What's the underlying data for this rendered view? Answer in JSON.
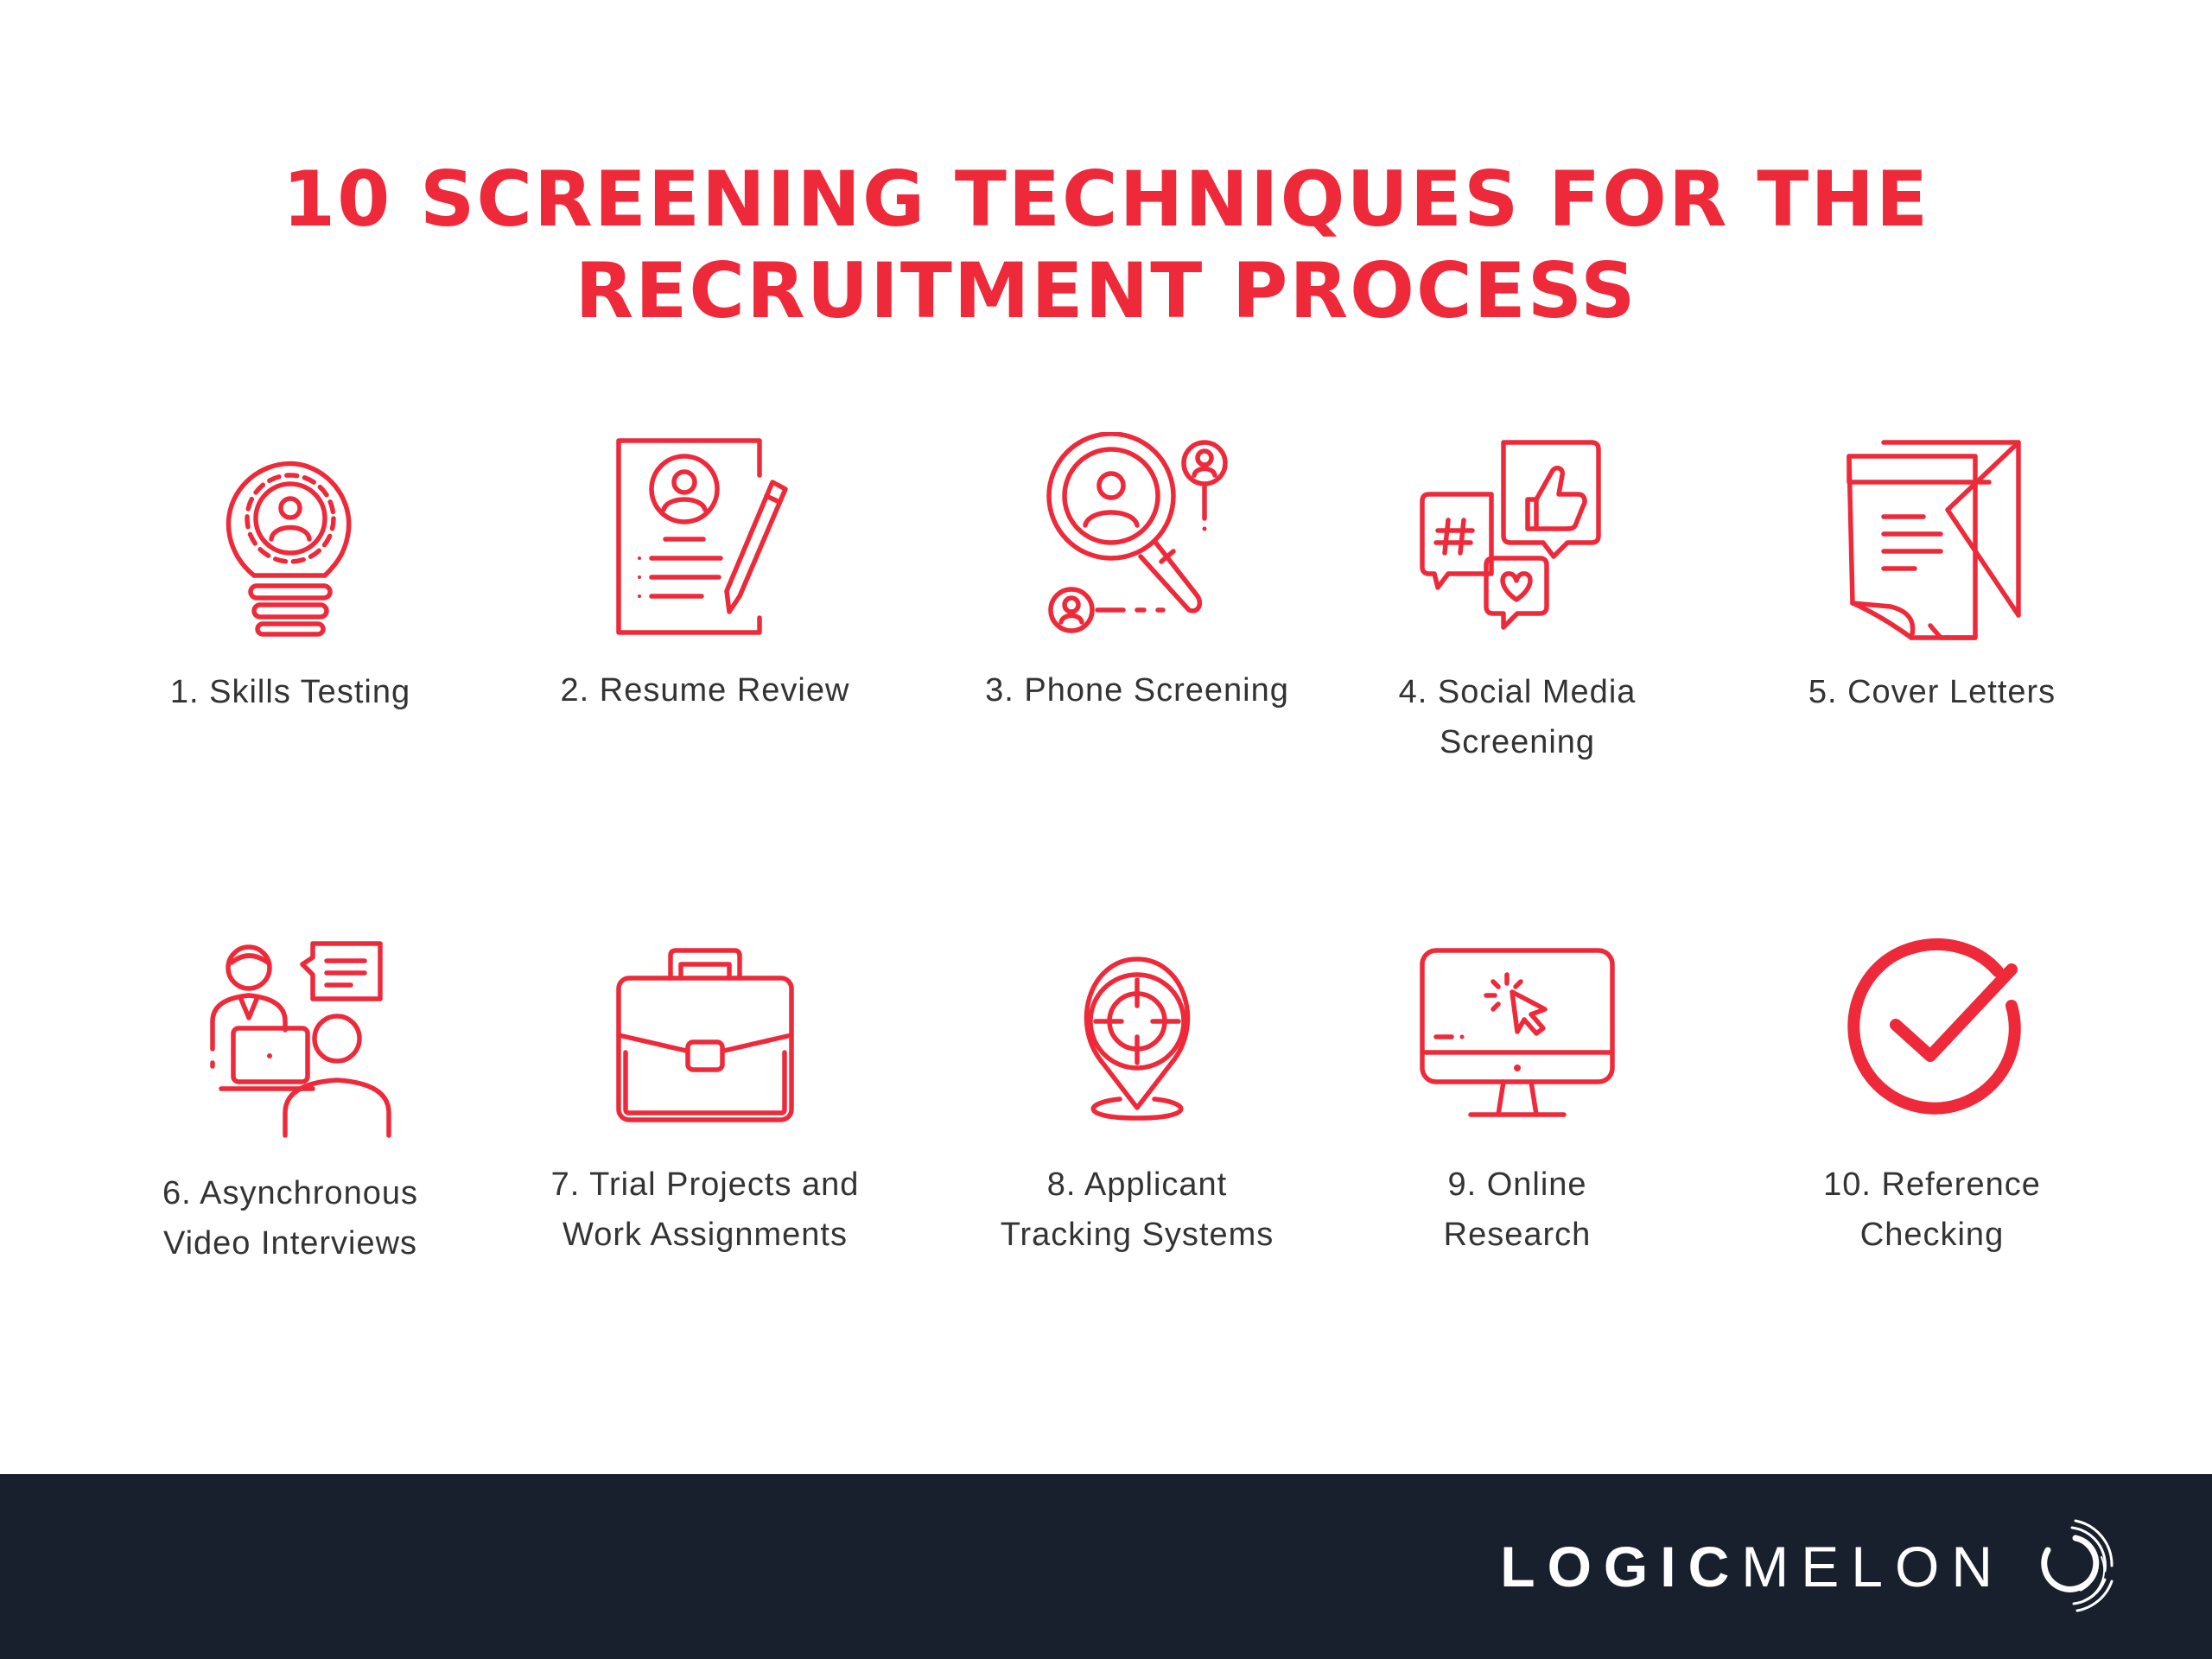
{
  "title": {
    "line1": "10 SCREENING TECHNIQUES FOR THE",
    "line2": "RECRUITMENT PROCESS"
  },
  "items": [
    {
      "label": "1. Skills Testing",
      "icon": "lightbulb-gear-icon"
    },
    {
      "label": "2. Resume Review",
      "icon": "resume-pencil-icon"
    },
    {
      "label": "3. Phone Screening",
      "icon": "magnifier-people-icon"
    },
    {
      "label": "4. Social Media\nScreening",
      "icon": "social-bubbles-icon"
    },
    {
      "label": "5. Cover Letters",
      "icon": "letter-envelope-icon"
    },
    {
      "label": "6. Asynchronous\nVideo Interviews",
      "icon": "video-interview-icon"
    },
    {
      "label": "7. Trial Projects and\nWork Assignments",
      "icon": "briefcase-icon"
    },
    {
      "label": "8. Applicant\nTracking Systems",
      "icon": "location-target-icon"
    },
    {
      "label": "9. Online\nResearch",
      "icon": "monitor-cursor-icon"
    },
    {
      "label": "10. Reference\nChecking",
      "icon": "check-circle-icon"
    }
  ],
  "footer": {
    "brand_bold": "LOGIC",
    "brand_light": "MELON",
    "logo_icon": "logicmelon-logo-icon"
  },
  "colors": {
    "accent": "#ee2a3a",
    "footer_bg": "#18202d",
    "text": "#333333"
  }
}
